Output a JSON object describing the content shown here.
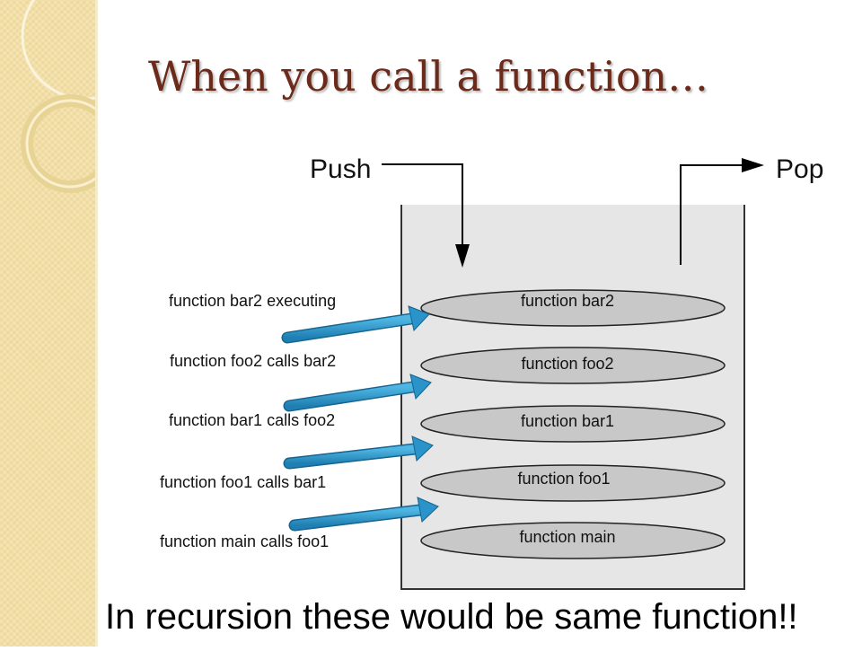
{
  "slide": {
    "title": "When you call a function…",
    "caption": "In recursion these would be same function!!"
  },
  "diagram": {
    "push_label": "Push",
    "pop_label": "Pop",
    "stack_frames": [
      {
        "name": "frame-bar2",
        "label": "function bar2"
      },
      {
        "name": "frame-foo2",
        "label": "function foo2"
      },
      {
        "name": "frame-bar1",
        "label": "function bar1"
      },
      {
        "name": "frame-foo1",
        "label": "function foo1"
      },
      {
        "name": "frame-main",
        "label": "function main"
      }
    ],
    "annotations": [
      {
        "name": "note-bar2-executing",
        "label": "function bar2 executing"
      },
      {
        "name": "note-foo2-calls-bar2",
        "label": "function foo2 calls bar2"
      },
      {
        "name": "note-bar1-calls-foo2",
        "label": "function bar1 calls foo2"
      },
      {
        "name": "note-foo1-calls-bar1",
        "label": "function foo1 calls bar1"
      },
      {
        "name": "note-main-calls-foo1",
        "label": "function main calls foo1"
      }
    ]
  },
  "colors": {
    "title": "#6b2a1a",
    "sidebar": "#f3dfa6",
    "container_fill": "#e6e6e6",
    "frame_fill": "#c8c8c8",
    "arrow_blue": "#2a93c9"
  }
}
